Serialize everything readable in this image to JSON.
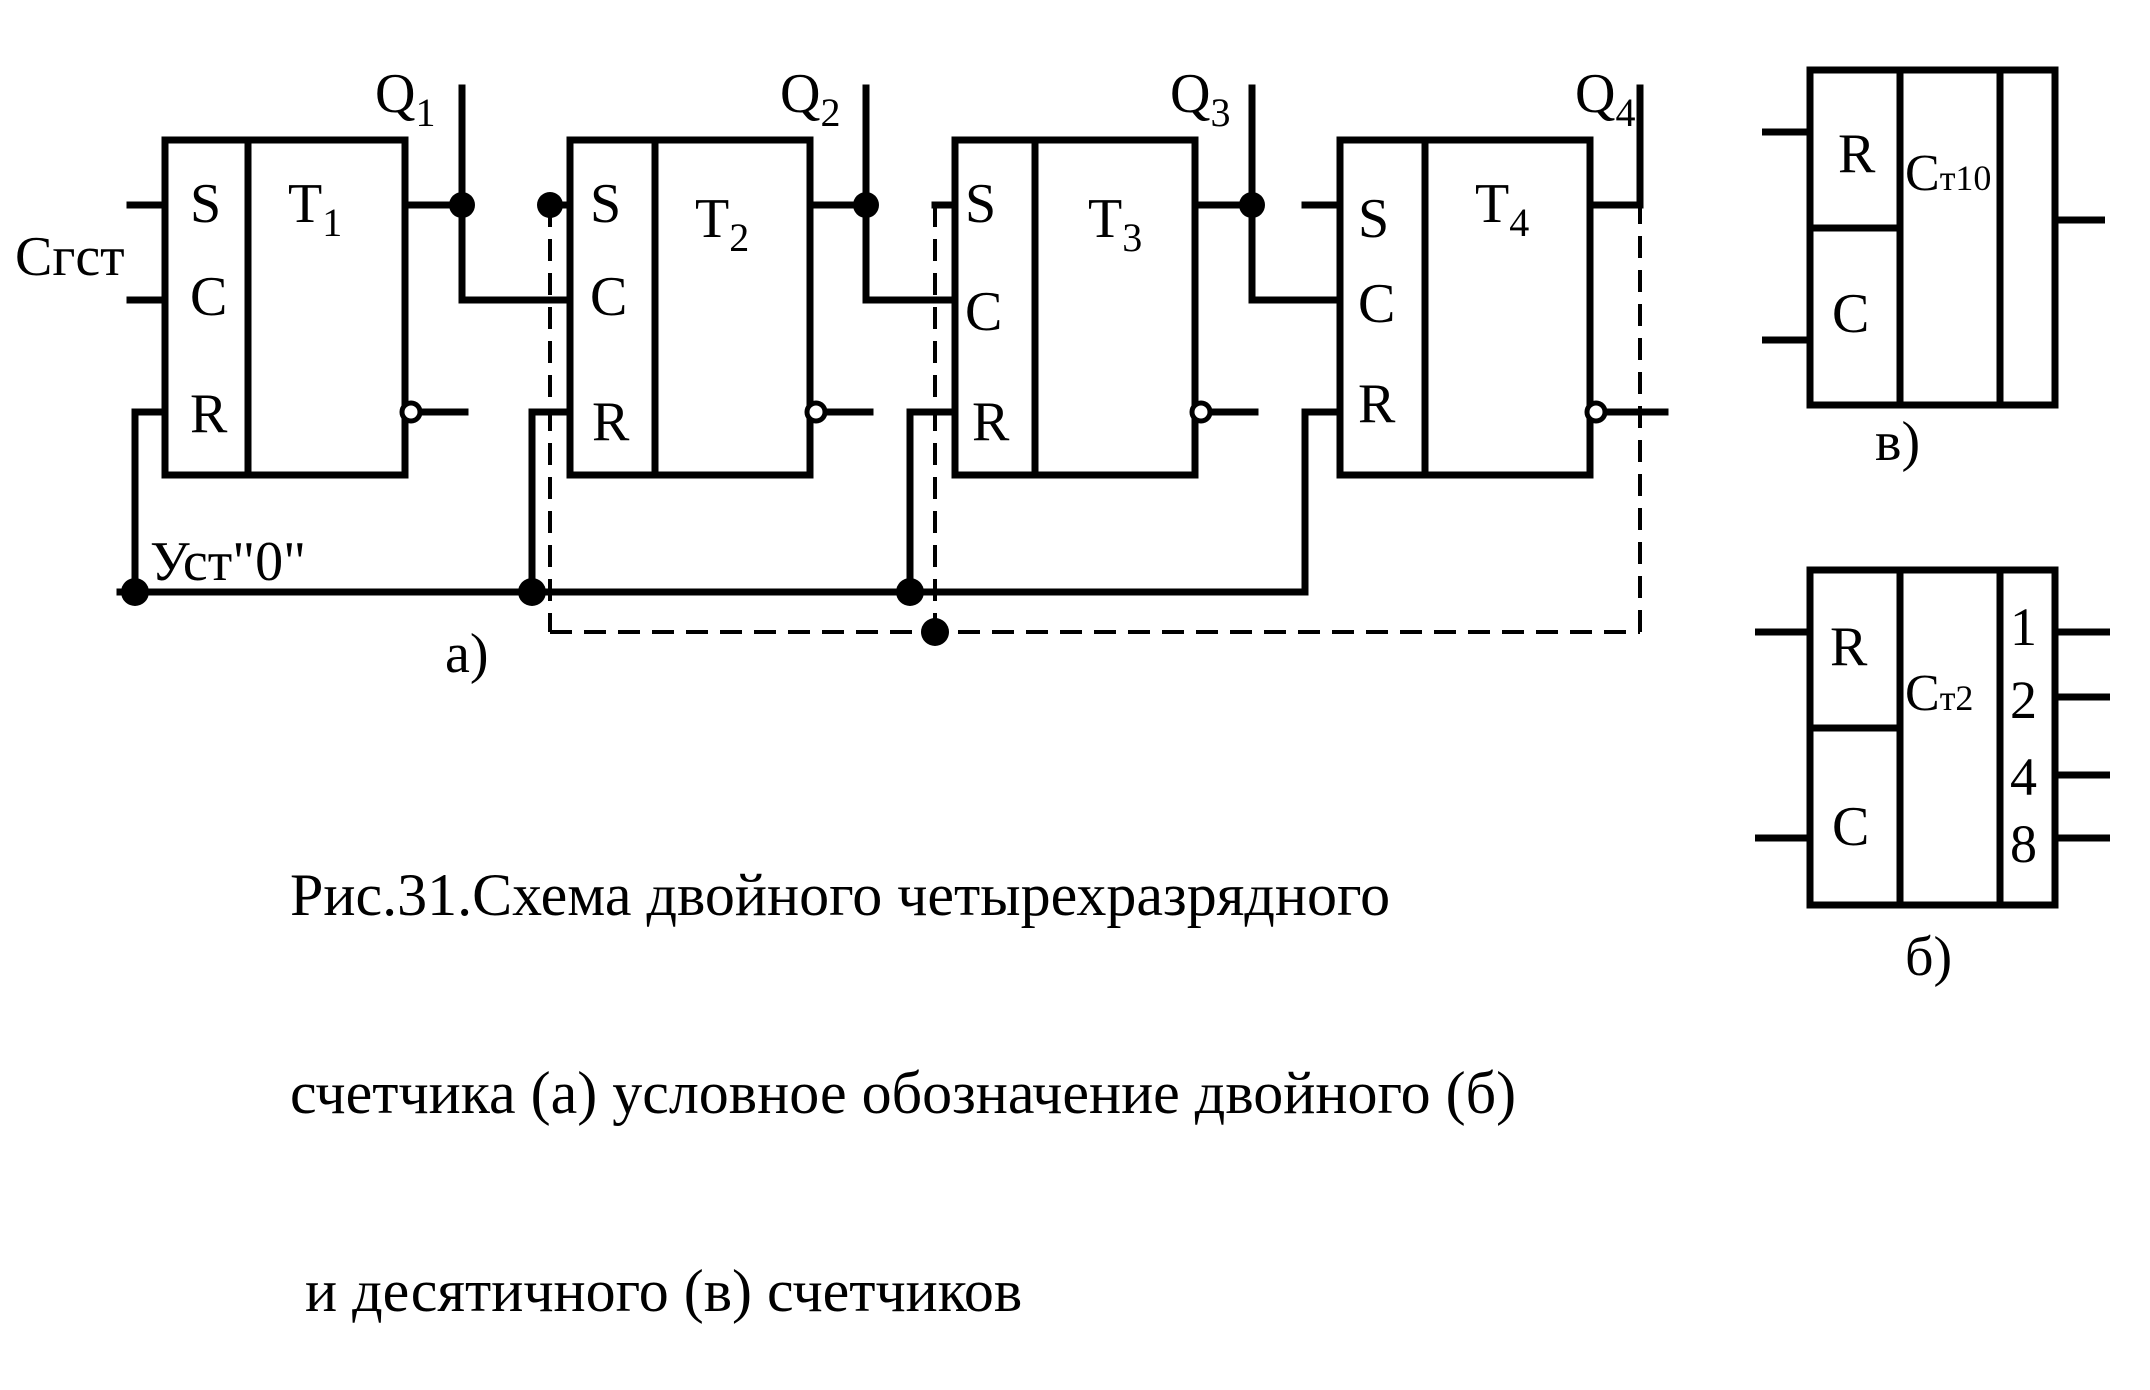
{
  "main_circuit": {
    "clock_input": "Сгст",
    "reset_label": "Уст\"0\"",
    "figure_label": "а)",
    "flip_flops": [
      {
        "name": "T",
        "sub": "1",
        "output": "Q",
        "output_sub": "1",
        "inputs": [
          "S",
          "C",
          "R"
        ]
      },
      {
        "name": "T",
        "sub": "2",
        "output": "Q",
        "output_sub": "2",
        "inputs": [
          "S",
          "C",
          "R"
        ]
      },
      {
        "name": "T",
        "sub": "3",
        "output": "Q",
        "output_sub": "3",
        "inputs": [
          "S",
          "C",
          "R"
        ]
      },
      {
        "name": "T",
        "sub": "4",
        "output": "Q",
        "output_sub": "4",
        "inputs": [
          "S",
          "C",
          "R"
        ]
      }
    ]
  },
  "decimal_counter": {
    "inputs": [
      "R",
      "C"
    ],
    "name": "С",
    "name_sub": "т10",
    "figure_label": "в)"
  },
  "binary_counter": {
    "inputs": [
      "R",
      "C"
    ],
    "name": "С",
    "name_sub": "т2",
    "outputs": [
      "1",
      "2",
      "4",
      "8"
    ],
    "figure_label": "б)"
  },
  "caption": {
    "line1": "Рис.31.Схема двойного четырехразрядного",
    "line2": "счетчика (а) условное обозначение двойного (б)",
    "line3": " и десятичного (в) счетчиков"
  }
}
